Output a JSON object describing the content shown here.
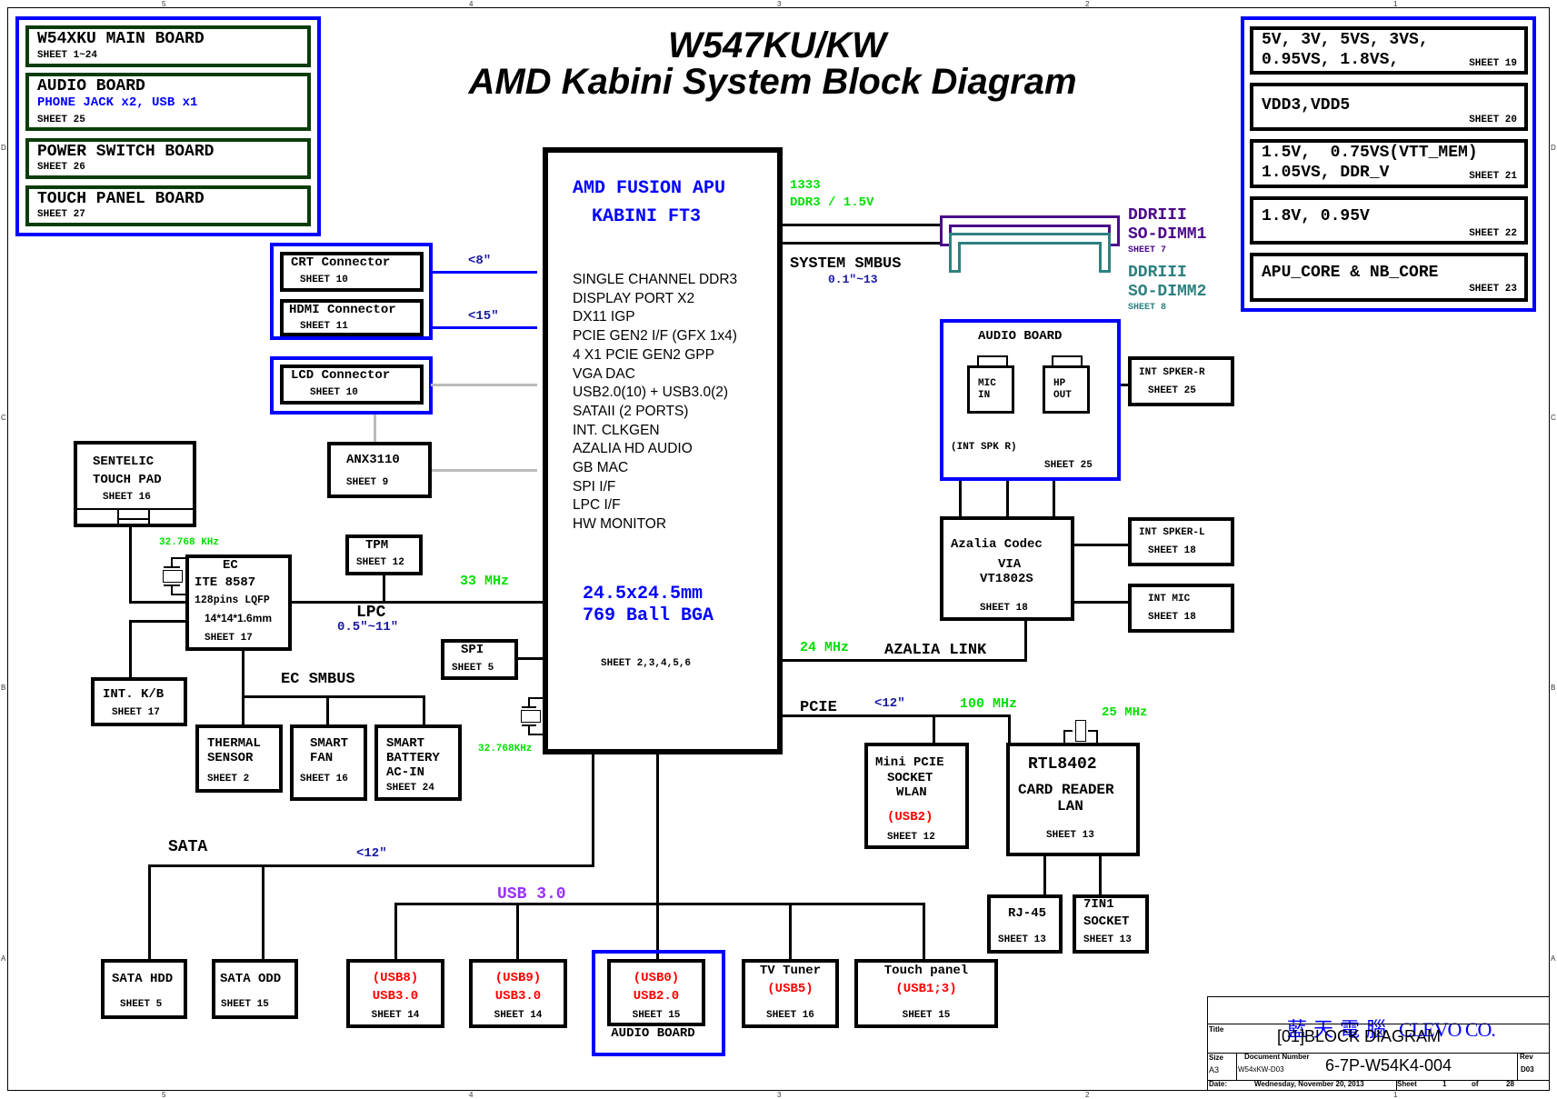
{
  "title": {
    "line1": "W547KU/KW",
    "line2": "AMD Kabini System Block Diagram"
  },
  "frame": {
    "col_labels": [
      "5",
      "4",
      "3",
      "2",
      "1"
    ],
    "row_labels": [
      "D",
      "C",
      "B",
      "A"
    ]
  },
  "boards": [
    {
      "name": "W54XKU MAIN BOARD",
      "note": "",
      "sheet": "SHEET 1~24"
    },
    {
      "name": "AUDIO BOARD",
      "note": "PHONE JACK x2, USB x1",
      "sheet": "SHEET 25"
    },
    {
      "name": "POWER SWITCH BOARD",
      "note": "",
      "sheet": "SHEET 26"
    },
    {
      "name": "TOUCH PANEL BOARD",
      "note": "",
      "sheet": "SHEET 27"
    }
  ],
  "power": [
    {
      "line1": "5V, 3V, 5VS, 3VS,",
      "line2": "0.95VS, 1.8VS,",
      "sheet": "SHEET 19"
    },
    {
      "line1": "VDD3,VDD5",
      "line2": "",
      "sheet": "SHEET 20"
    },
    {
      "line1": "1.5V,  0.75VS(VTT_MEM)",
      "line2": "1.05VS, DDR_V",
      "sheet": "SHEET 21"
    },
    {
      "line1": "1.8V, 0.95V",
      "line2": "",
      "sheet": "SHEET 22"
    },
    {
      "line1": "APU_CORE & NB_CORE",
      "line2": "",
      "sheet": "SHEET 23"
    }
  ],
  "apu": {
    "title1": "AMD FUSION APU",
    "title2": "KABINI FT3",
    "features": [
      "SINGLE CHANNEL DDR3",
      "DISPLAY PORT X2",
      "DX11 IGP",
      "PCIE GEN2 I/F (GFX 1x4)",
      "4 X1 PCIE GEN2 GPP",
      "VGA DAC",
      "USB2.0(10) + USB3.0(2)",
      "SATAII (2 PORTS)",
      "INT. CLKGEN",
      "AZALIA HD AUDIO",
      "GB MAC",
      "SPI I/F",
      "LPC I/F",
      "HW MONITOR"
    ],
    "package1": "24.5x24.5mm",
    "package2": "769 Ball BGA",
    "sheet": "SHEET 2,3,4,5,6"
  },
  "memory": {
    "speed": "1333",
    "spec": "DDR3 / 1.5V",
    "smbus_label": "SYSTEM SMBUS",
    "smbus_len": "0.1\"~13",
    "dimm1": {
      "line1": "DDRIII",
      "line2": "SO-DIMM1",
      "sheet": "SHEET 7"
    },
    "dimm2": {
      "line1": "DDRIII",
      "line2": "SO-DIMM2",
      "sheet": "SHEET 8"
    }
  },
  "display": {
    "crt": {
      "name": "CRT Connector",
      "sheet": "SHEET 10",
      "len": "<8\""
    },
    "hdmi": {
      "name": "HDMI Connector",
      "sheet": "SHEET 11",
      "len": "<15\""
    },
    "lcd": {
      "name": "LCD Connector",
      "sheet": "SHEET 10"
    },
    "anx": {
      "name": "ANX3110",
      "sheet": "SHEET 9"
    }
  },
  "ec_area": {
    "touchpad": {
      "line1": "SENTELIC",
      "line2": "TOUCH PAD",
      "sheet": "SHEET 16"
    },
    "xtal_label": "32.768 KHz",
    "ec": {
      "line1": "EC",
      "line2": "ITE 8587",
      "line3": "128pins LQFP",
      "line4": "14*14*1.6mm",
      "sheet": "SHEET 17"
    },
    "tpm": {
      "name": "TPM",
      "sheet": "SHEET 12"
    },
    "lpc_label": "LPC",
    "lpc_len": "0.5\"~11\"",
    "lpc_clock": "33 MHz",
    "spi": {
      "name": "SPI",
      "sheet": "SHEET 5"
    },
    "apu_xtal_label": "32.768KHz",
    "kb": {
      "name": "INT. K/B",
      "sheet": "SHEET 17"
    },
    "ec_smbus": "EC SMBUS",
    "thermal": {
      "line1": "THERMAL",
      "line2": "SENSOR",
      "sheet": "SHEET 2"
    },
    "fan": {
      "line1": "SMART",
      "line2": "FAN",
      "sheet": "SHEET 16"
    },
    "battery": {
      "line1": "SMART",
      "line2": "BATTERY",
      "line3": "AC-IN",
      "sheet": "SHEET 24"
    }
  },
  "audio": {
    "board_title": "AUDIO BOARD",
    "mic_in": {
      "line1": "MIC",
      "line2": "IN"
    },
    "hp_out": {
      "line1": "HP",
      "line2": "OUT"
    },
    "int_spk_r_note": "(INT SPK R)",
    "board_sheet": "SHEET 25",
    "spker_r": {
      "name": "INT SPKER-R",
      "sheet": "SHEET 25"
    },
    "codec": {
      "line1": "Azalia Codec",
      "line2": "VIA",
      "line3": "VT1802S",
      "sheet": "SHEET 18"
    },
    "spker_l": {
      "name": "INT SPKER-L",
      "sheet": "SHEET 18"
    },
    "int_mic": {
      "name": "INT MIC",
      "sheet": "SHEET 18"
    },
    "link_clock": "24 MHz",
    "link_label": "AZALIA LINK"
  },
  "pcie": {
    "label": "PCIE",
    "len": "<12\"",
    "clock": "100 MHz",
    "lan_xtal": "25 MHz",
    "wlan": {
      "line1": "Mini PCIE",
      "line2": "SOCKET",
      "line3": "WLAN",
      "usb": "(USB2)",
      "sheet": "SHEET 12"
    },
    "rtl": {
      "line1": "RTL8402",
      "line2": "CARD READER",
      "line3": "LAN",
      "sheet": "SHEET 13"
    },
    "rj45": {
      "name": "RJ-45",
      "sheet": "SHEET 13"
    },
    "card": {
      "line1": "7IN1",
      "line2": "SOCKET",
      "sheet": "SHEET 13"
    }
  },
  "sata": {
    "label": "SATA",
    "len": "<12\"",
    "hdd": {
      "name": "SATA HDD",
      "sheet": "SHEET 5"
    },
    "odd": {
      "name": "SATA ODD",
      "sheet": "SHEET 15"
    }
  },
  "usb": {
    "label": "USB 3.0",
    "ports": [
      {
        "port": "(USB8)",
        "type": "USB3.0",
        "sheet": "SHEET 14"
      },
      {
        "port": "(USB9)",
        "type": "USB3.0",
        "sheet": "SHEET 14"
      },
      {
        "port": "(USB0)",
        "type": "USB2.0",
        "sheet": "SHEET 15",
        "board": "AUDIO BOARD"
      }
    ],
    "tv": {
      "name": "TV Tuner",
      "port": "(USB5)",
      "sheet": "SHEET 16"
    },
    "touch": {
      "name": "Touch panel",
      "port": "(USB1;3)",
      "sheet": "SHEET 15"
    }
  },
  "titleblock": {
    "company_cn": "藍 天 電 腦",
    "company": "CLEVO CO.",
    "title_label": "Title",
    "title": "[01]BLOCK DIAGRAM",
    "size_label": "Size",
    "size": "A3",
    "docnum_label": "Document Number",
    "docnum_small": "W54xKW-D03",
    "docnum": "6-7P-W54K4-004",
    "rev_label": "Rev",
    "rev": "D03",
    "date_label": "Date:",
    "date": "Wednesday, November 20, 2013",
    "sheet_label": "Sheet",
    "sheet": "1",
    "of_label": "of",
    "total": "28"
  }
}
